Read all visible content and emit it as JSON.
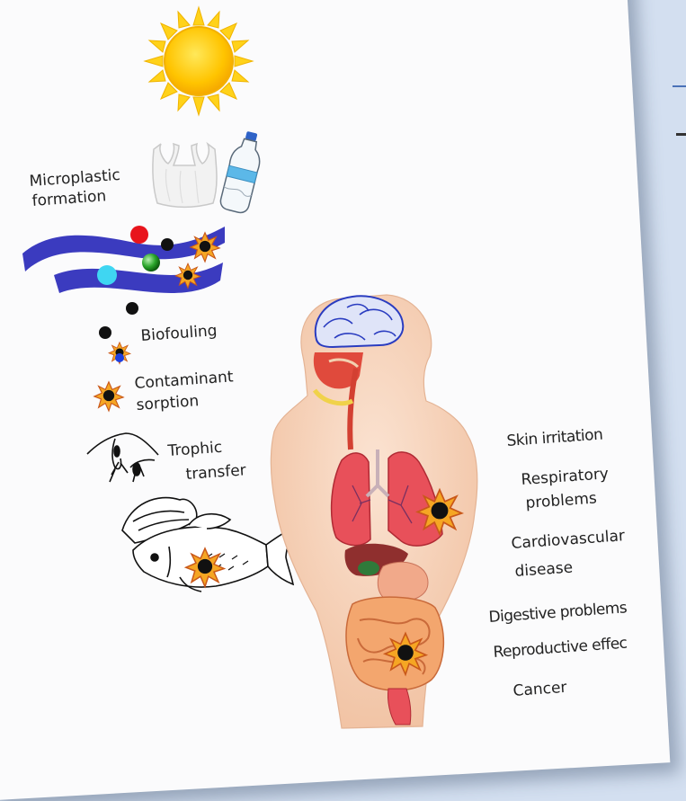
{
  "labels": {
    "microplastic_formation": [
      "Microplastic",
      "formation"
    ],
    "biofouling": "Biofouling",
    "contaminant_sorption": [
      "Contaminant",
      "sorption"
    ],
    "trophic_transfer": [
      "Trophic",
      "transfer"
    ]
  },
  "effects": [
    "Skin irritation",
    "Respiratory",
    "problems",
    "Cardiovascular",
    "disease",
    "Digestive problems",
    "Reproductive effec",
    "Cancer"
  ],
  "colors": {
    "background": "#d3dff0",
    "card": "#fbfbfc",
    "water": "#3b3bbf",
    "sun": "#ffd21a",
    "skin": "#f6d2b8",
    "lungs": "#e8505a",
    "particle_red": "#e8141c",
    "particle_cyan": "#3fd6f2",
    "particle_green": "#2aa52a",
    "contaminant": "#f5a623"
  }
}
